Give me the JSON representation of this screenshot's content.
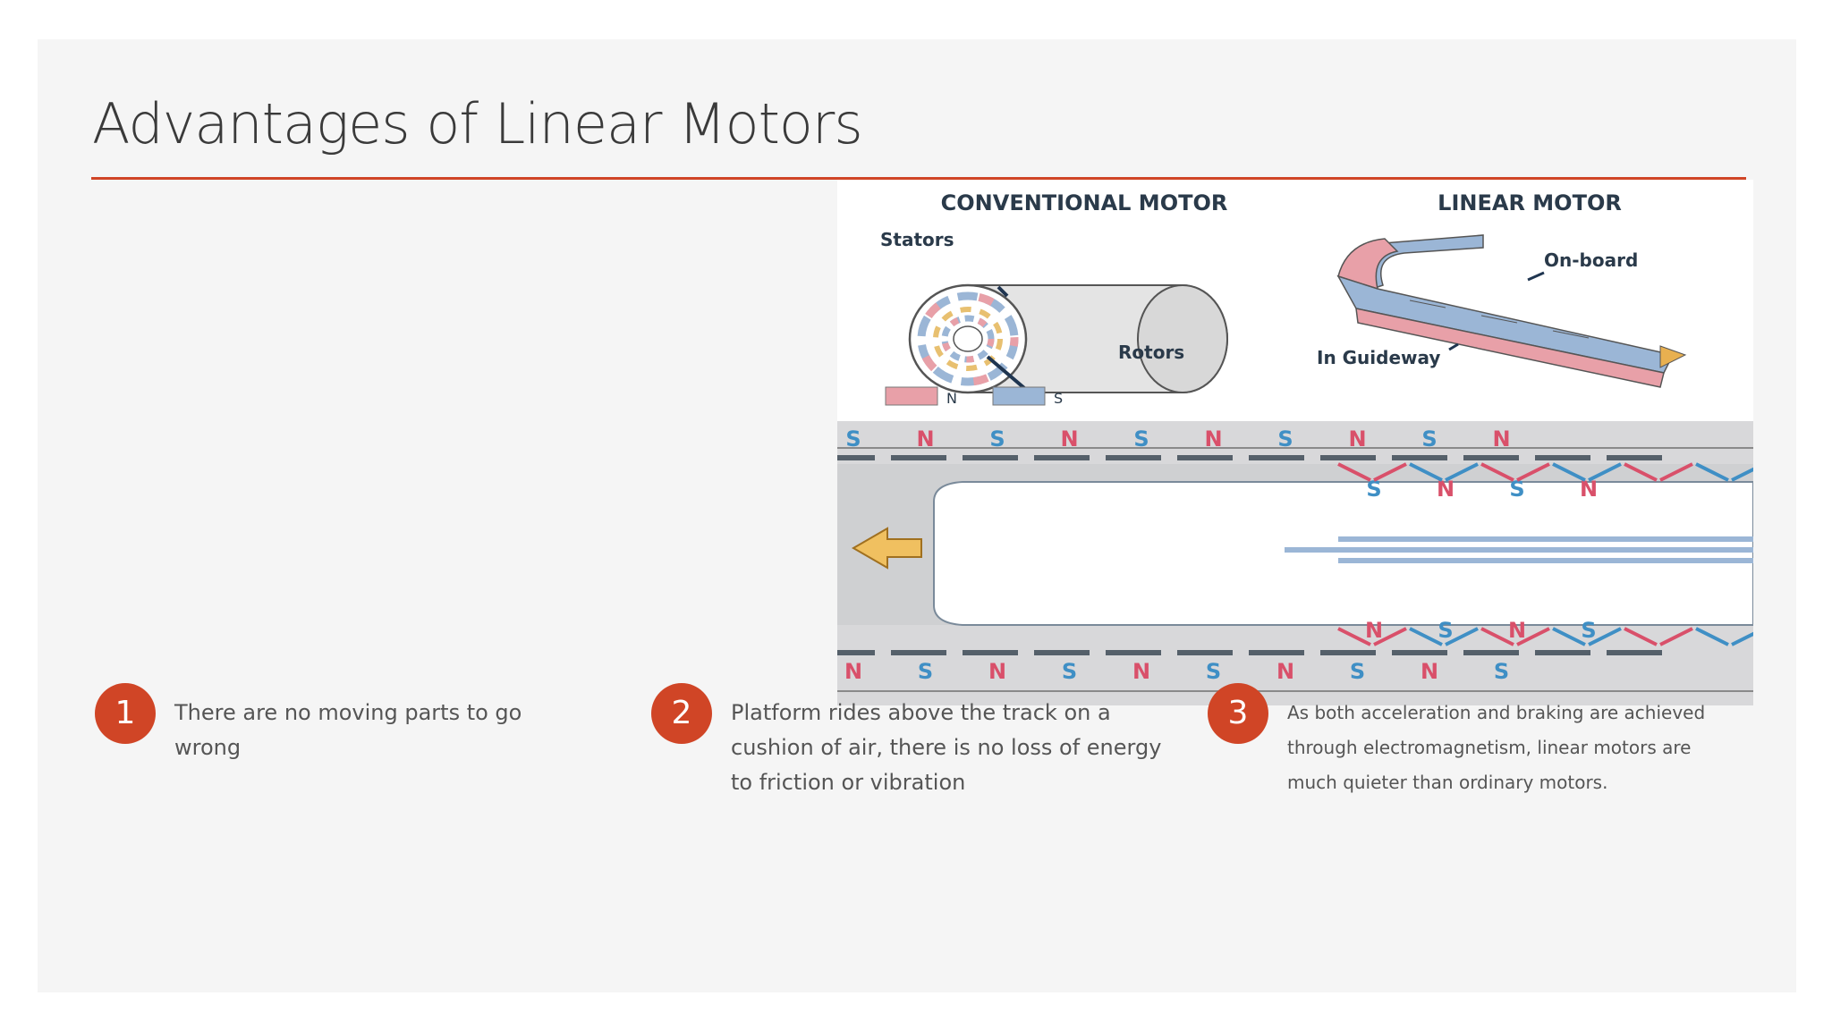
{
  "slide": {
    "title": "Advantages of Linear Motors",
    "accent_color": "#d04526",
    "background_color": "#f5f5f5"
  },
  "figure": {
    "conventional_heading": "CONVENTIONAL MOTOR",
    "linear_heading": "LINEAR MOTOR",
    "label_stators": "Stators",
    "label_rotors": "Rotors",
    "label_onboard": "On-board",
    "label_guideway": "In Guideway",
    "legend_n": "N",
    "legend_s": "S",
    "pole_n_color": "#e8a0a8",
    "pole_s_color": "#9bb6d6",
    "arrow_red": "#d9506a",
    "arrow_blue": "#3f8fc5",
    "top_track_poles": [
      "S",
      "N",
      "S",
      "N",
      "S",
      "N",
      "S",
      "N",
      "S",
      "N"
    ],
    "top_train_poles": [
      "S",
      "N",
      "S",
      "N"
    ],
    "bottom_train_poles": [
      "N",
      "S",
      "N",
      "S"
    ],
    "bottom_track_poles": [
      "N",
      "S",
      "N",
      "S",
      "N",
      "S",
      "N",
      "S",
      "N",
      "S"
    ]
  },
  "points": [
    {
      "number": "1",
      "text": "There are no moving parts to go wrong"
    },
    {
      "number": "2",
      "text": "Platform rides above the track on a cushion of air, there is no loss of energy to friction or vibration"
    },
    {
      "number": "3",
      "text": "As both acceleration and braking are achieved through electromagnetism, linear motors are much quieter than ordinary motors."
    }
  ]
}
